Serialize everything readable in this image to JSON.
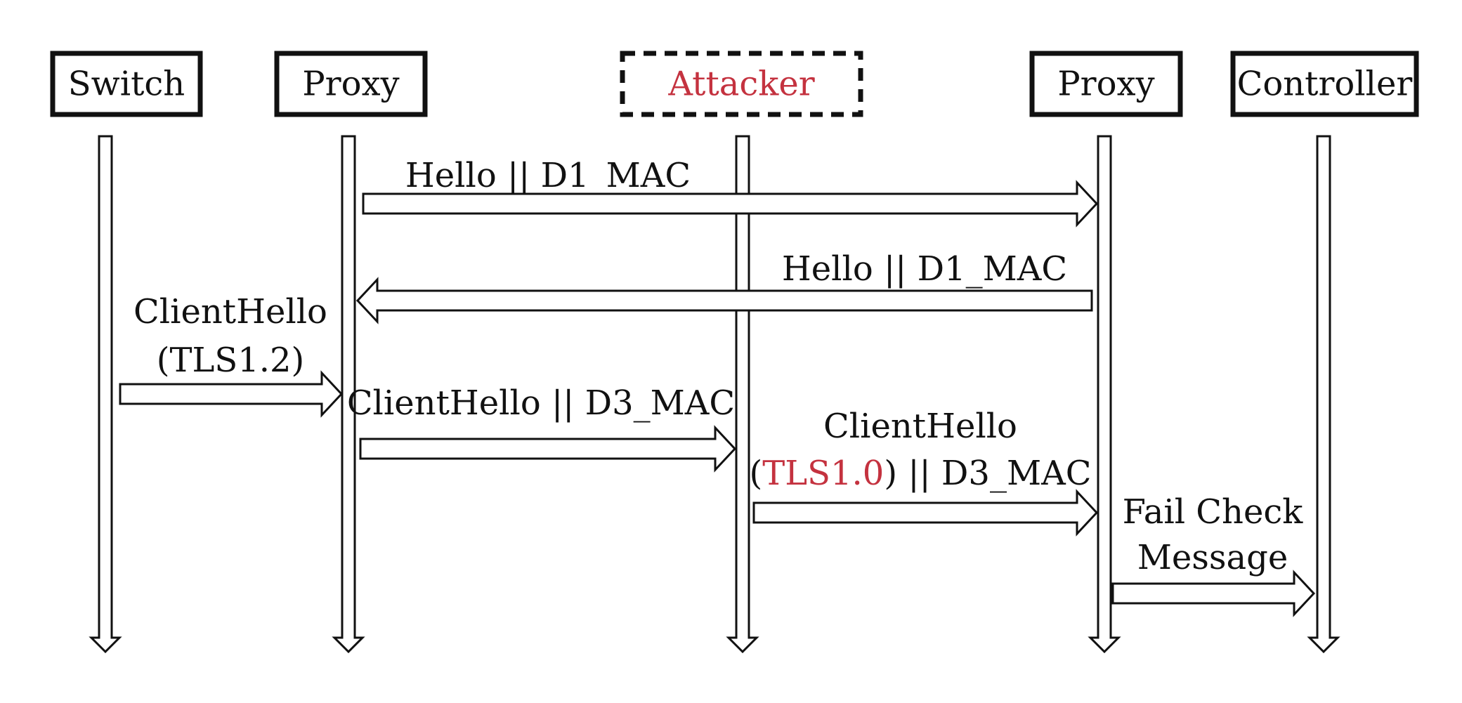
{
  "participants": [
    {
      "id": "switch",
      "label": "Switch",
      "dashed": false,
      "highlight": false
    },
    {
      "id": "proxy-left",
      "label": "Proxy",
      "dashed": false,
      "highlight": false
    },
    {
      "id": "attacker",
      "label": "Attacker",
      "dashed": true,
      "highlight": true
    },
    {
      "id": "proxy-right",
      "label": "Proxy",
      "dashed": false,
      "highlight": false
    },
    {
      "id": "controller",
      "label": "Controller",
      "dashed": false,
      "highlight": false
    }
  ],
  "messages": [
    {
      "id": "hello-d1-forward",
      "from": "proxy-left",
      "to": "proxy-right",
      "lines": [
        [
          {
            "text": "Hello || D1_MAC"
          }
        ]
      ]
    },
    {
      "id": "hello-d1-back",
      "from": "proxy-right",
      "to": "proxy-left",
      "lines": [
        [
          {
            "text": "Hello || D1_MAC"
          }
        ]
      ]
    },
    {
      "id": "clienthello-tls12",
      "from": "switch",
      "to": "proxy-left",
      "lines": [
        [
          {
            "text": "ClientHello"
          }
        ],
        [
          {
            "text": "(TLS1.2)"
          }
        ]
      ]
    },
    {
      "id": "clienthello-d3",
      "from": "proxy-left",
      "to": "attacker",
      "lines": [
        [
          {
            "text": "ClientHello || D3_MAC"
          }
        ]
      ]
    },
    {
      "id": "clienthello-tls10-d3",
      "from": "attacker",
      "to": "proxy-right",
      "lines": [
        [
          {
            "text": "ClientHello"
          }
        ],
        [
          {
            "text": "("
          },
          {
            "text": "TLS1.0",
            "highlight": true
          },
          {
            "text": ") || D3_MAC"
          }
        ]
      ]
    },
    {
      "id": "fail-check-message",
      "from": "proxy-right",
      "to": "controller",
      "lines": [
        [
          {
            "text": "Fail Check"
          }
        ],
        [
          {
            "text": "Message"
          }
        ]
      ]
    }
  ],
  "colors": {
    "ink": "#111111",
    "highlight": "#c4323f",
    "background": "#ffffff"
  }
}
